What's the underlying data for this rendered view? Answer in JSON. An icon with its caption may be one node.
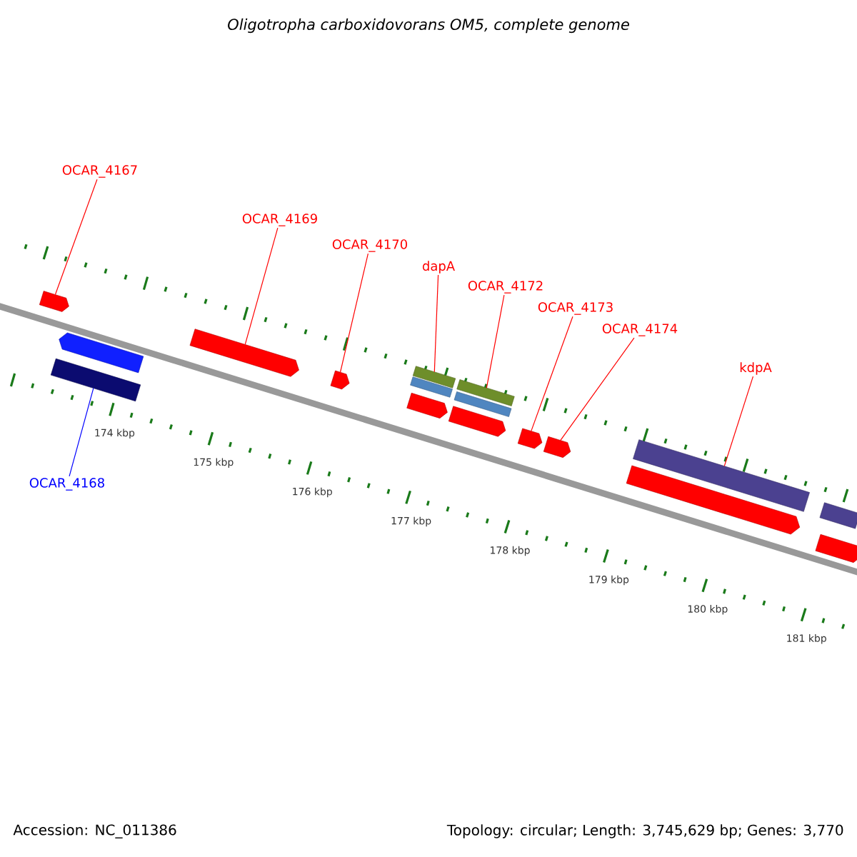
{
  "diagram": {
    "title": "*Oligotropha carboxidovorans* OM5, complete genome",
    "nodes": [
      {
        "text": [
          "OCAR_4167"
        ]
      },
      {
        "text": [
          "OCAR_4169"
        ]
      },
      {
        "text": [
          "OCAR_4170"
        ]
      },
      {
        "text": [
          "dapA"
        ]
      },
      {
        "text": [
          "OCAR_4172"
        ]
      },
      {
        "text": [
          "OCAR_4173"
        ]
      },
      {
        "text": [
          "OCAR_4174"
        ]
      },
      {
        "text": [
          "kdpA"
        ]
      },
      {
        "text": [
          "OCAR_4168"
        ]
      },
      {
        "text": [],
        "shape": "pentagon"
      },
      {
        "text": [],
        "shape": "pentagon"
      },
      {
        "text": [],
        "shape": "bar"
      },
      {
        "text": [],
        "shape": "pentagon"
      },
      {
        "text": [],
        "shape": "pentagon"
      },
      {
        "text": [],
        "shape": "bar"
      },
      {
        "text": [],
        "shape": "bar"
      },
      {
        "text": [],
        "shape": "pentagon"
      },
      {
        "text": [],
        "shape": "bar"
      },
      {
        "text": [],
        "shape": "bar"
      },
      {
        "text": [],
        "shape": "pentagon"
      },
      {
        "text": [],
        "shape": "pentagon"
      },
      {
        "text": [],
        "shape": "pentagon"
      },
      {
        "text": [],
        "shape": "bar"
      },
      {
        "text": [],
        "shape": "pentagon"
      },
      {
        "text": [],
        "shape": "bar"
      },
      {
        "text": [],
        "shape": "pentagon"
      }
    ],
    "edges": [
      {
        "from": 0,
        "to": 9,
        "arrow": "none"
      },
      {
        "from": 1,
        "to": 12,
        "arrow": "none"
      },
      {
        "from": 2,
        "to": 13,
        "arrow": "none"
      },
      {
        "from": 3,
        "to": 14,
        "arrow": "none"
      },
      {
        "from": 4,
        "to": 17,
        "arrow": "none"
      },
      {
        "from": 5,
        "to": 20,
        "arrow": "none"
      },
      {
        "from": 6,
        "to": 21,
        "arrow": "none"
      },
      {
        "from": 7,
        "to": 22,
        "arrow": "none"
      },
      {
        "from": 8,
        "to": 11,
        "arrow": "none",
        "color": "#0000ff"
      }
    ],
    "labels": [
      "174 kbp",
      "175 kbp",
      "176 kbp",
      "177 kbp",
      "178 kbp",
      "179 kbp",
      "180 kbp",
      "181 kbp",
      "Accession: NC_011386",
      "Topology: circular; Length: 3,745,629 bp; Genes: 3,770"
    ]
  }
}
